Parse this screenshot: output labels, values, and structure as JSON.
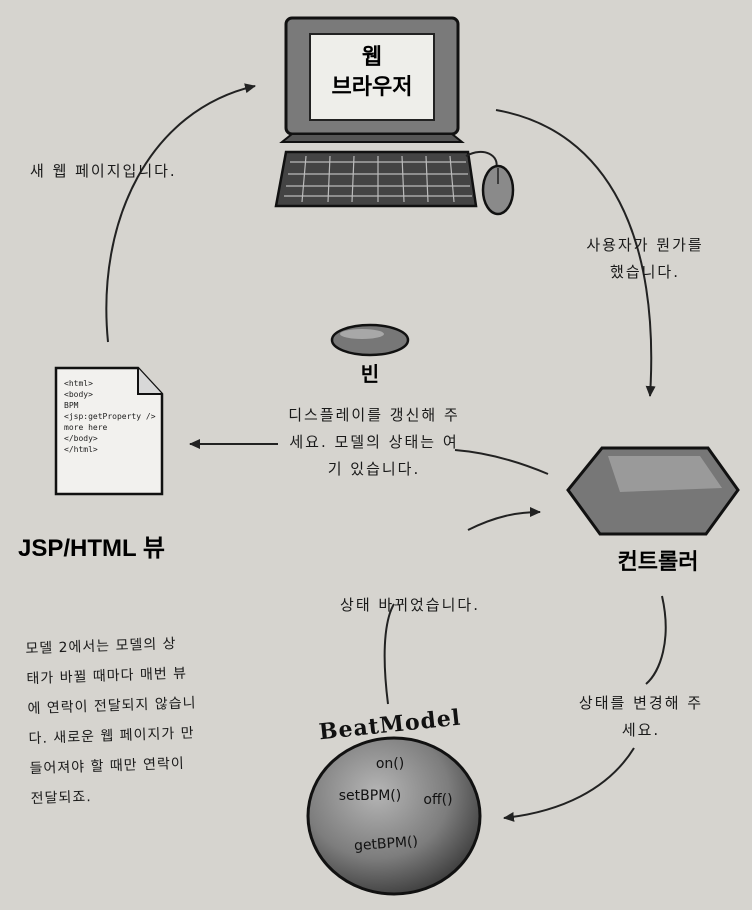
{
  "browser": {
    "title_line1": "웹",
    "title_line2": "브라우저"
  },
  "bean": {
    "label": "빈"
  },
  "view": {
    "label": "JSP/HTML 뷰",
    "code_lines": [
      "<html>",
      "<body>",
      "BPM",
      "<jsp:getProperty />",
      "more here",
      "</body>",
      "</html>"
    ]
  },
  "controller": {
    "label": "컨트롤러"
  },
  "model": {
    "title": "BeatModel",
    "methods": [
      "on()",
      "setBPM()",
      "off()",
      "getBPM()"
    ]
  },
  "arrows": {
    "new_page": "새 웹 페이지입니다.",
    "user_action_line1": "사용자가 뭔가를",
    "user_action_line2": "했습니다.",
    "refresh_line1": "디스플레이를 갱신해 주",
    "refresh_line2": "세요. 모델의 상태는 여",
    "refresh_line3": "기 있습니다.",
    "state_changed": "상태 바뀌었습니다.",
    "change_state_line1": "상태를 변경해 주",
    "change_state_line2": "세요."
  },
  "note": {
    "lines": [
      "모델 2에서는 모델의 상",
      "태가 바뀔 때마다 매번 뷰",
      "에 연락이 전달되지 않습니",
      "다. 새로운 웹 페이지가 만",
      "들어져야 할 때만 연락이",
      "전달되죠."
    ]
  }
}
